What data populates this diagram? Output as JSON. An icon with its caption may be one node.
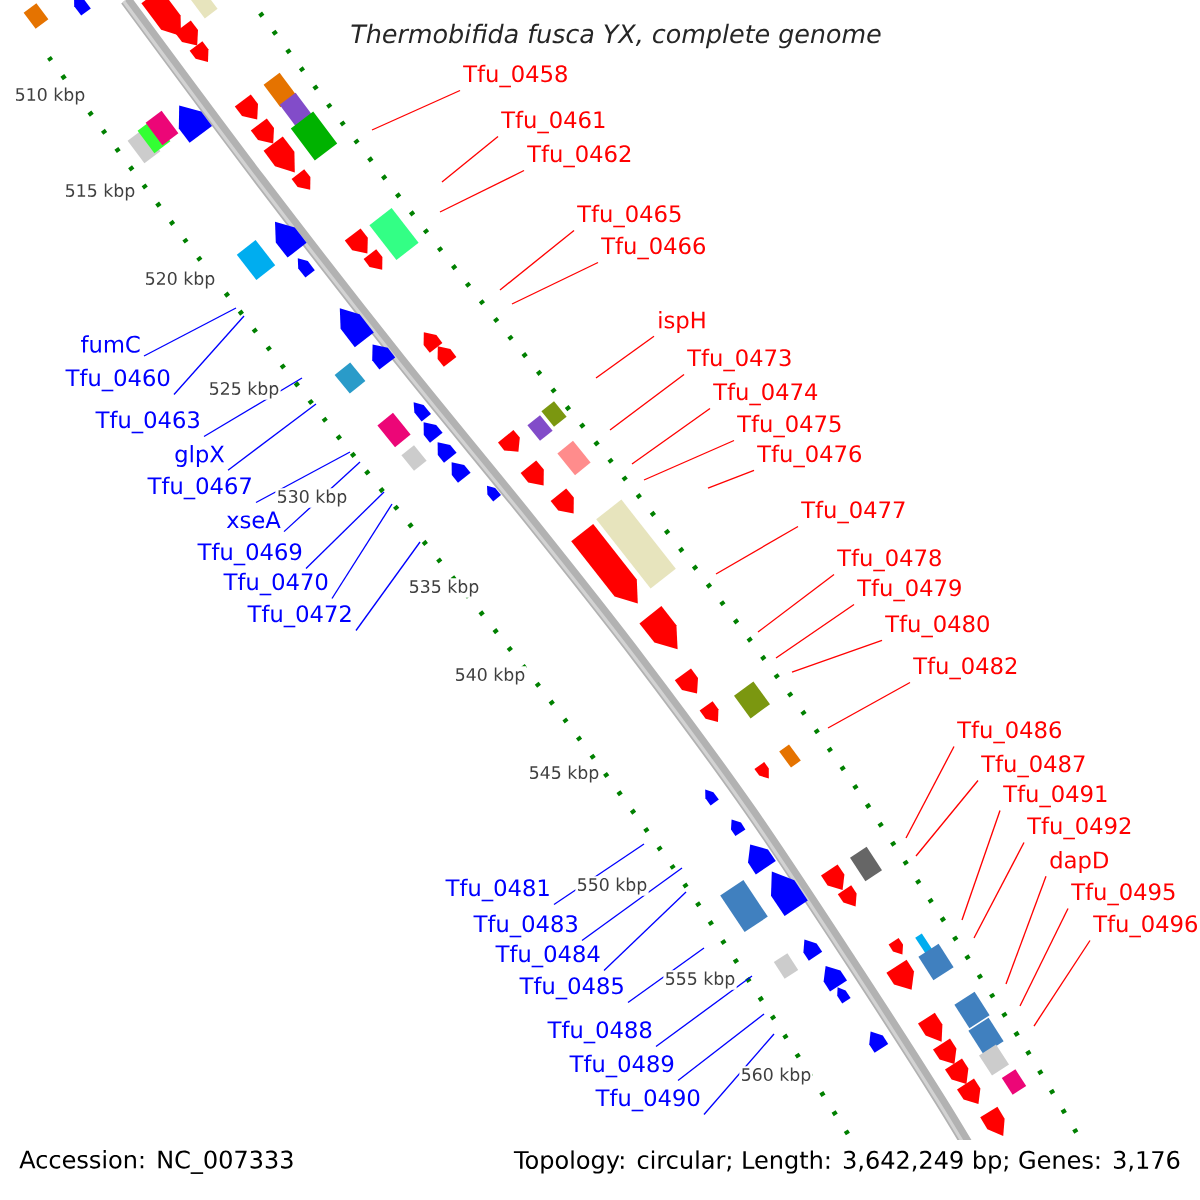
{
  "diagram": {
    "title": "Thermobifida fusca YX, complete genome",
    "nodes": [
      {
        "text": [
          "Tfu_0458"
        ]
      },
      {
        "text": [
          "Tfu_0461"
        ]
      },
      {
        "text": [
          "Tfu_0462"
        ]
      },
      {
        "text": [
          "Tfu_0465"
        ]
      },
      {
        "text": [
          "Tfu_0466"
        ]
      },
      {
        "text": [
          "ispH"
        ]
      },
      {
        "text": [
          "Tfu_0473"
        ]
      },
      {
        "text": [
          "Tfu_0474"
        ]
      },
      {
        "text": [
          "Tfu_0475"
        ]
      },
      {
        "text": [
          "Tfu_0476"
        ]
      },
      {
        "text": [
          "Tfu_0477"
        ]
      },
      {
        "text": [
          "Tfu_0478"
        ]
      },
      {
        "text": [
          "Tfu_0479"
        ]
      },
      {
        "text": [
          "Tfu_0480"
        ]
      },
      {
        "text": [
          "Tfu_0482"
        ]
      },
      {
        "text": [
          "Tfu_0486"
        ]
      },
      {
        "text": [
          "Tfu_0487"
        ]
      },
      {
        "text": [
          "Tfu_0491"
        ]
      },
      {
        "text": [
          "Tfu_0492"
        ]
      },
      {
        "text": [
          "dapD"
        ]
      },
      {
        "text": [
          "Tfu_0495"
        ]
      },
      {
        "text": [
          "Tfu_0496"
        ]
      },
      {
        "text": [
          "fumC"
        ]
      },
      {
        "text": [
          "Tfu_0460"
        ]
      },
      {
        "text": [
          "Tfu_0463"
        ]
      },
      {
        "text": [
          "glpX"
        ]
      },
      {
        "text": [
          "Tfu_0467"
        ]
      },
      {
        "text": [
          "xseA"
        ]
      },
      {
        "text": [
          "Tfu_0469"
        ]
      },
      {
        "text": [
          "Tfu_0470"
        ]
      },
      {
        "text": [
          "Tfu_0472"
        ]
      },
      {
        "text": [
          "Tfu_0481"
        ]
      },
      {
        "text": [
          "Tfu_0483"
        ]
      },
      {
        "text": [
          "Tfu_0484"
        ]
      },
      {
        "text": [
          "Tfu_0485"
        ]
      },
      {
        "text": [
          "Tfu_0488"
        ]
      },
      {
        "text": [
          "Tfu_0489"
        ]
      },
      {
        "text": [
          "Tfu_0490"
        ]
      }
    ],
    "edges": [
      {
        "from": 0,
        "to": null,
        "arrow": "none"
      },
      {
        "from": 1,
        "to": null,
        "arrow": "none"
      },
      {
        "from": 2,
        "to": null,
        "arrow": "none"
      },
      {
        "from": 3,
        "to": null,
        "arrow": "none"
      },
      {
        "from": 4,
        "to": null,
        "arrow": "none"
      },
      {
        "from": 5,
        "to": null,
        "arrow": "none"
      },
      {
        "from": 6,
        "to": null,
        "arrow": "none"
      },
      {
        "from": 7,
        "to": null,
        "arrow": "none"
      },
      {
        "from": 8,
        "to": null,
        "arrow": "none"
      },
      {
        "from": 9,
        "to": null,
        "arrow": "none"
      },
      {
        "from": 10,
        "to": null,
        "arrow": "none"
      },
      {
        "from": 11,
        "to": null,
        "arrow": "none"
      },
      {
        "from": 12,
        "to": null,
        "arrow": "none"
      },
      {
        "from": 13,
        "to": null,
        "arrow": "none"
      },
      {
        "from": 14,
        "to": null,
        "arrow": "none"
      },
      {
        "from": 15,
        "to": null,
        "arrow": "none"
      },
      {
        "from": 16,
        "to": null,
        "arrow": "none"
      },
      {
        "from": 17,
        "to": null,
        "arrow": "none"
      },
      {
        "from": 18,
        "to": null,
        "arrow": "none"
      },
      {
        "from": 19,
        "to": null,
        "arrow": "none"
      },
      {
        "from": 20,
        "to": null,
        "arrow": "none"
      },
      {
        "from": 21,
        "to": null,
        "arrow": "none"
      },
      {
        "from": 22,
        "to": null,
        "arrow": "none",
        "color": "#0000ff"
      },
      {
        "from": 23,
        "to": null,
        "arrow": "none",
        "color": "#0000ff"
      },
      {
        "from": 24,
        "to": null,
        "arrow": "none",
        "color": "#0000ff"
      },
      {
        "from": 25,
        "to": null,
        "arrow": "none",
        "color": "#0000ff"
      },
      {
        "from": 26,
        "to": null,
        "arrow": "none",
        "color": "#0000ff"
      },
      {
        "from": 27,
        "to": null,
        "arrow": "none",
        "color": "#0000ff"
      },
      {
        "from": 28,
        "to": null,
        "arrow": "none",
        "color": "#0000ff"
      },
      {
        "from": 29,
        "to": null,
        "arrow": "none",
        "color": "#0000ff"
      },
      {
        "from": 30,
        "to": null,
        "arrow": "none",
        "color": "#0000ff"
      },
      {
        "from": 31,
        "to": null,
        "arrow": "none",
        "color": "#0000ff"
      },
      {
        "from": 32,
        "to": null,
        "arrow": "none",
        "color": "#0000ff"
      },
      {
        "from": 33,
        "to": null,
        "arrow": "none",
        "color": "#0000ff"
      },
      {
        "from": 34,
        "to": null,
        "arrow": "none",
        "color": "#0000ff"
      },
      {
        "from": 35,
        "to": null,
        "arrow": "none",
        "color": "#0000ff"
      },
      {
        "from": 36,
        "to": null,
        "arrow": "none",
        "color": "#0000ff"
      },
      {
        "from": 37,
        "to": null,
        "arrow": "none",
        "color": "#0000ff"
      }
    ],
    "labels": [
      "510 kbp",
      "515 kbp",
      "520 kbp",
      "525 kbp",
      "530 kbp",
      "535 kbp",
      "540 kbp",
      "545 kbp",
      "550 kbp",
      "555 kbp",
      "560 kbp",
      "Accession: NC_007333",
      "Topology: circular; Length: 3,642,249 bp; Genes: 3,176"
    ]
  }
}
